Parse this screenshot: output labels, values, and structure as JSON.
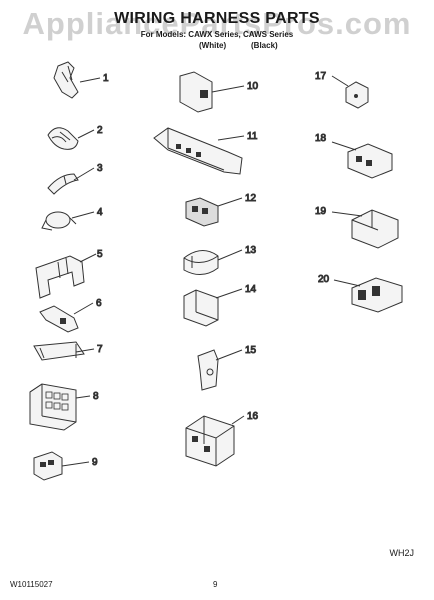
{
  "document": {
    "watermark": "AppliancePartsPros.com",
    "title": "WIRING HARNESS PARTS",
    "models_line": "For Models: CAWX Series, CAWS Series",
    "color_left": "(White)",
    "color_right": "(Black)",
    "page_code": "WH2J",
    "part_number": "W10115027",
    "page_number": "9"
  },
  "parts": [
    {
      "number": "1"
    },
    {
      "number": "2"
    },
    {
      "number": "3"
    },
    {
      "number": "4"
    },
    {
      "number": "5"
    },
    {
      "number": "6"
    },
    {
      "number": "7"
    },
    {
      "number": "8"
    },
    {
      "number": "9"
    },
    {
      "number": "10"
    },
    {
      "number": "11"
    },
    {
      "number": "12"
    },
    {
      "number": "13"
    },
    {
      "number": "14"
    },
    {
      "number": "15"
    },
    {
      "number": "16"
    },
    {
      "number": "17"
    },
    {
      "number": "18"
    },
    {
      "number": "19"
    },
    {
      "number": "20"
    }
  ]
}
